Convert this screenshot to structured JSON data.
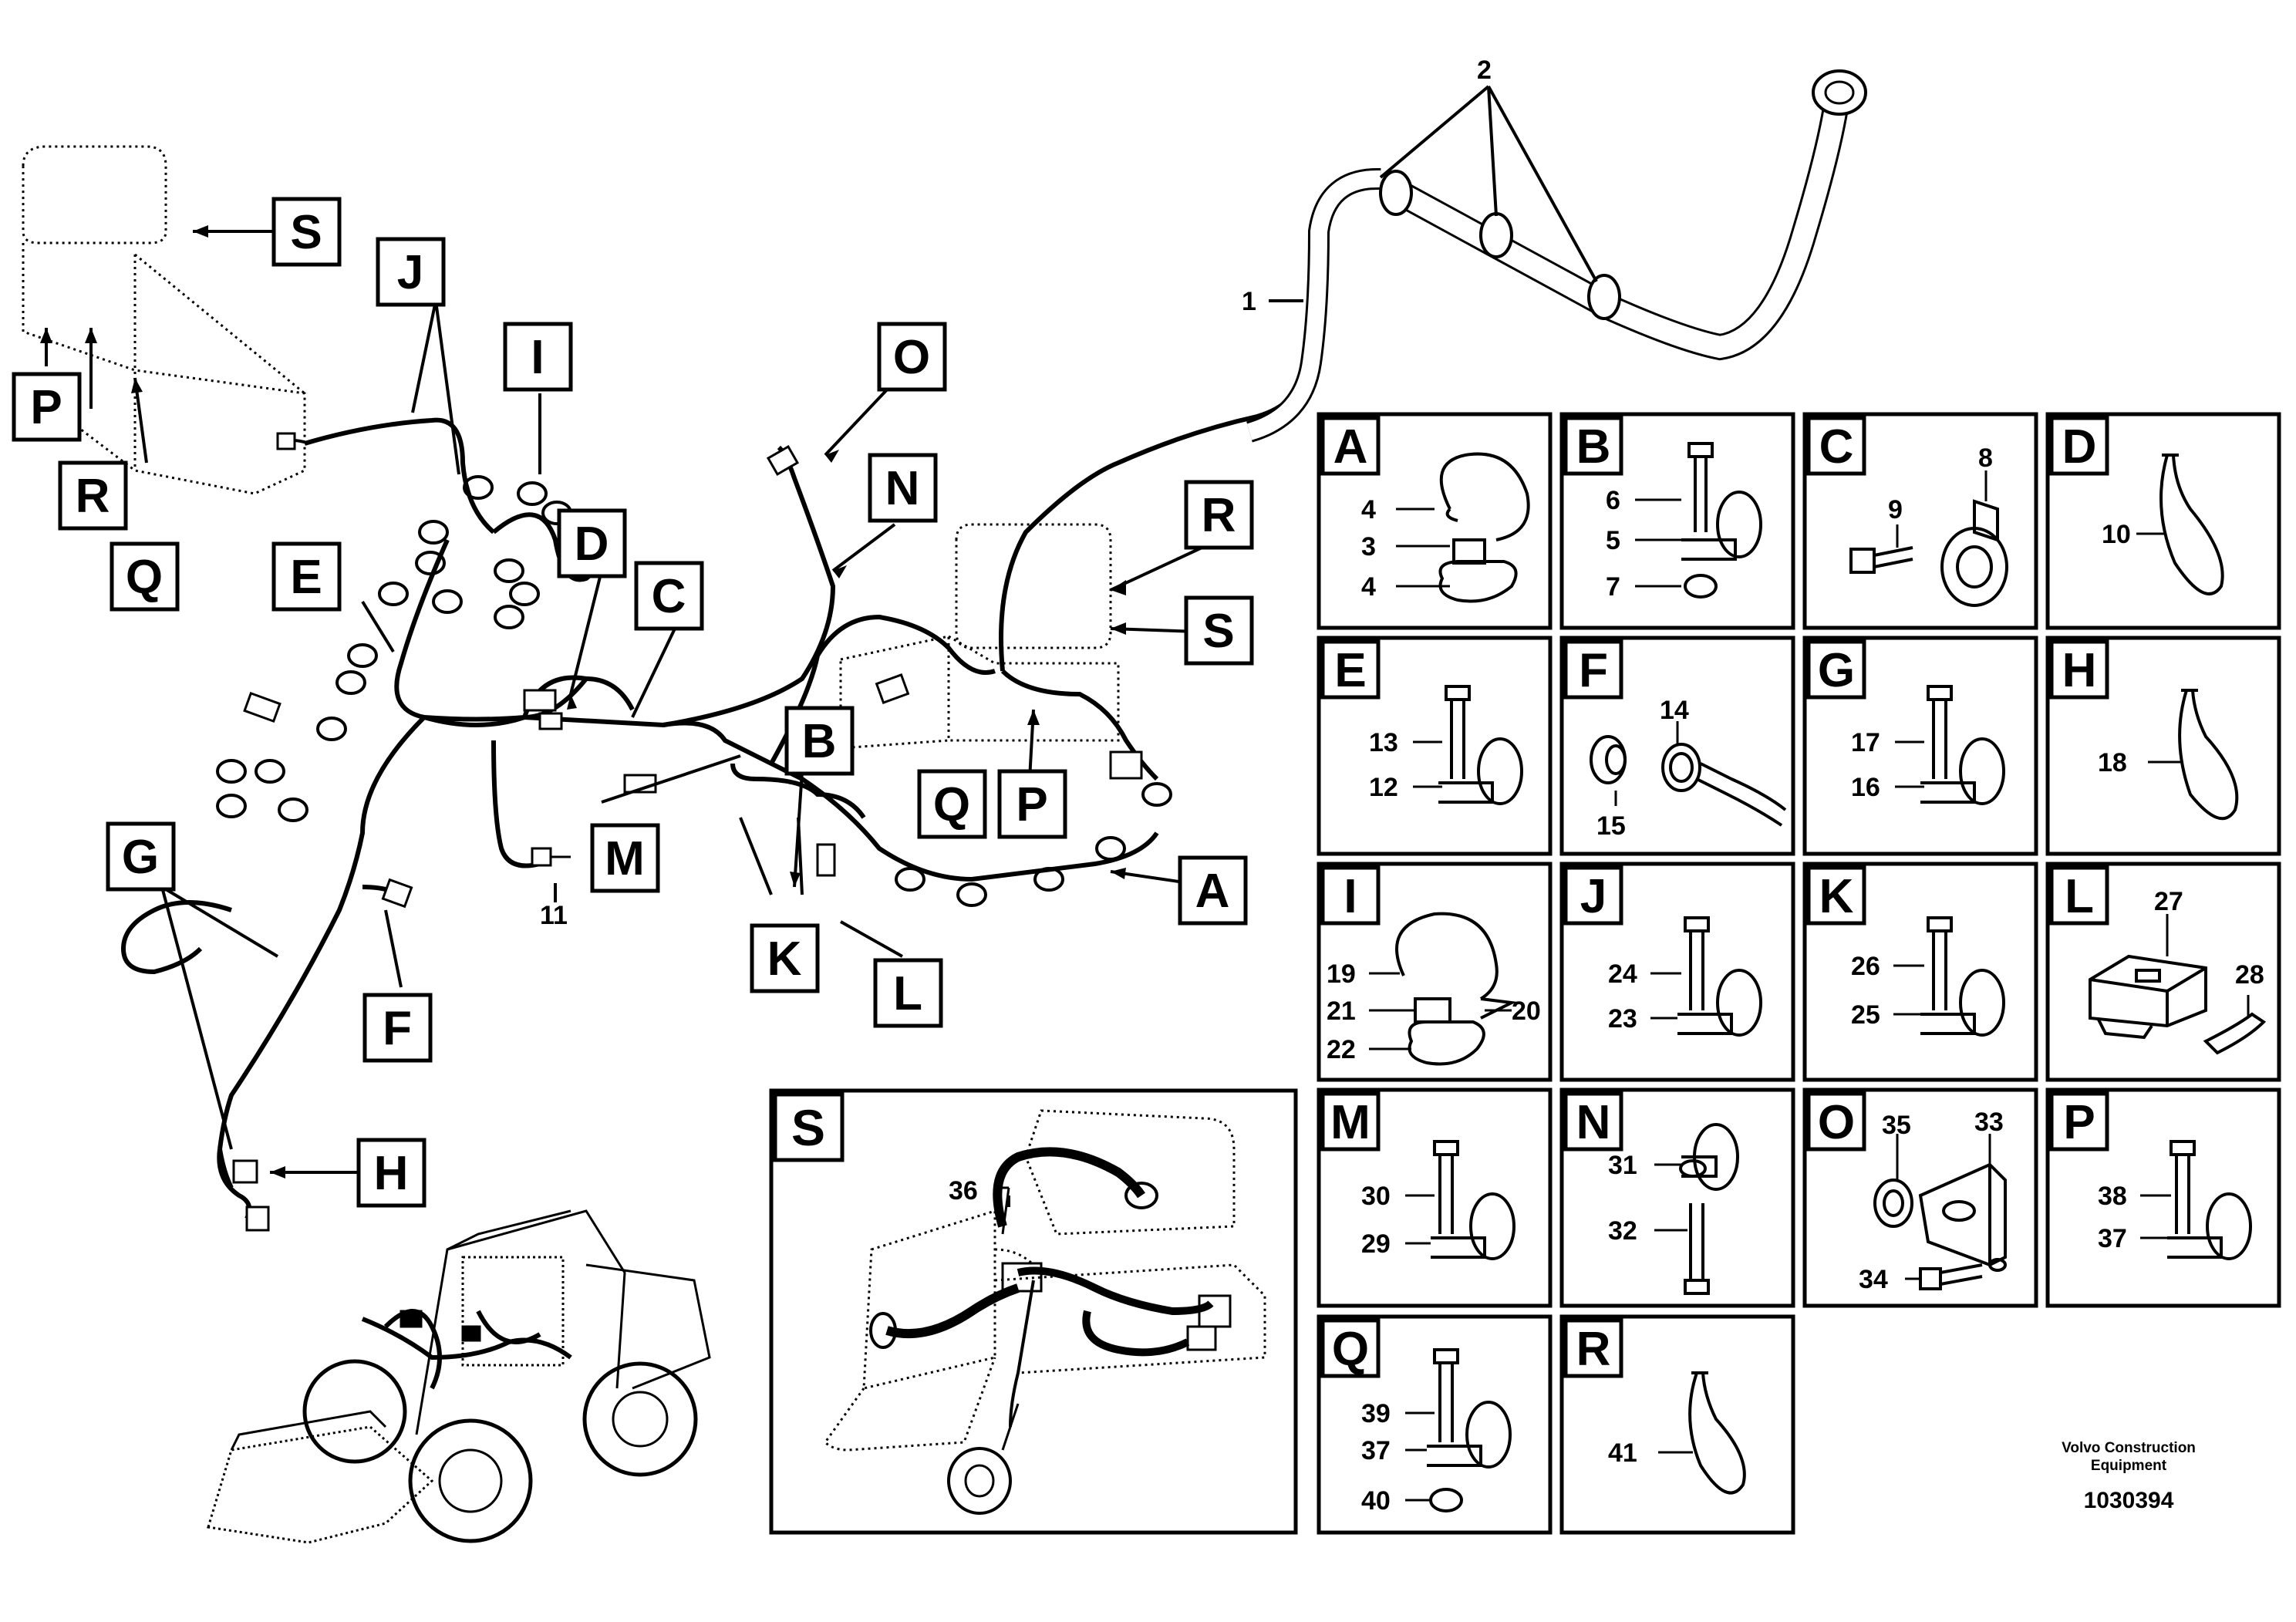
{
  "callouts": [
    "S",
    "J",
    "I",
    "O",
    "P",
    "R",
    "Q",
    "E",
    "D",
    "C",
    "N",
    "R",
    "S",
    "B",
    "Q",
    "P",
    "M",
    "A",
    "K",
    "L",
    "G",
    "F",
    "H"
  ],
  "overview_numbers": [
    "1",
    "2",
    "11"
  ],
  "panels": [
    {
      "letter": "A",
      "numbers": [
        "4",
        "3",
        "4"
      ]
    },
    {
      "letter": "B",
      "numbers": [
        "6",
        "5",
        "7"
      ]
    },
    {
      "letter": "C",
      "numbers": [
        "8",
        "9"
      ]
    },
    {
      "letter": "D",
      "numbers": [
        "10"
      ]
    },
    {
      "letter": "E",
      "numbers": [
        "13",
        "12"
      ]
    },
    {
      "letter": "F",
      "numbers": [
        "14",
        "15"
      ]
    },
    {
      "letter": "G",
      "numbers": [
        "17",
        "16"
      ]
    },
    {
      "letter": "H",
      "numbers": [
        "18"
      ]
    },
    {
      "letter": "I",
      "numbers": [
        "19",
        "21",
        "22",
        "20"
      ]
    },
    {
      "letter": "J",
      "numbers": [
        "24",
        "23"
      ]
    },
    {
      "letter": "K",
      "numbers": [
        "26",
        "25"
      ]
    },
    {
      "letter": "L",
      "numbers": [
        "27",
        "28"
      ]
    },
    {
      "letter": "M",
      "numbers": [
        "30",
        "29"
      ]
    },
    {
      "letter": "N",
      "numbers": [
        "31",
        "32"
      ]
    },
    {
      "letter": "O",
      "numbers": [
        "35",
        "33",
        "34"
      ]
    },
    {
      "letter": "P",
      "numbers": [
        "38",
        "37"
      ]
    },
    {
      "letter": "Q",
      "numbers": [
        "39",
        "37",
        "40"
      ]
    },
    {
      "letter": "R",
      "numbers": [
        "41"
      ]
    }
  ],
  "detail_s": {
    "letter": "S",
    "numbers": [
      "36"
    ]
  },
  "footer": {
    "brand_line1": "Volvo Construction",
    "brand_line2": "Equipment",
    "doc_number": "1030394"
  }
}
